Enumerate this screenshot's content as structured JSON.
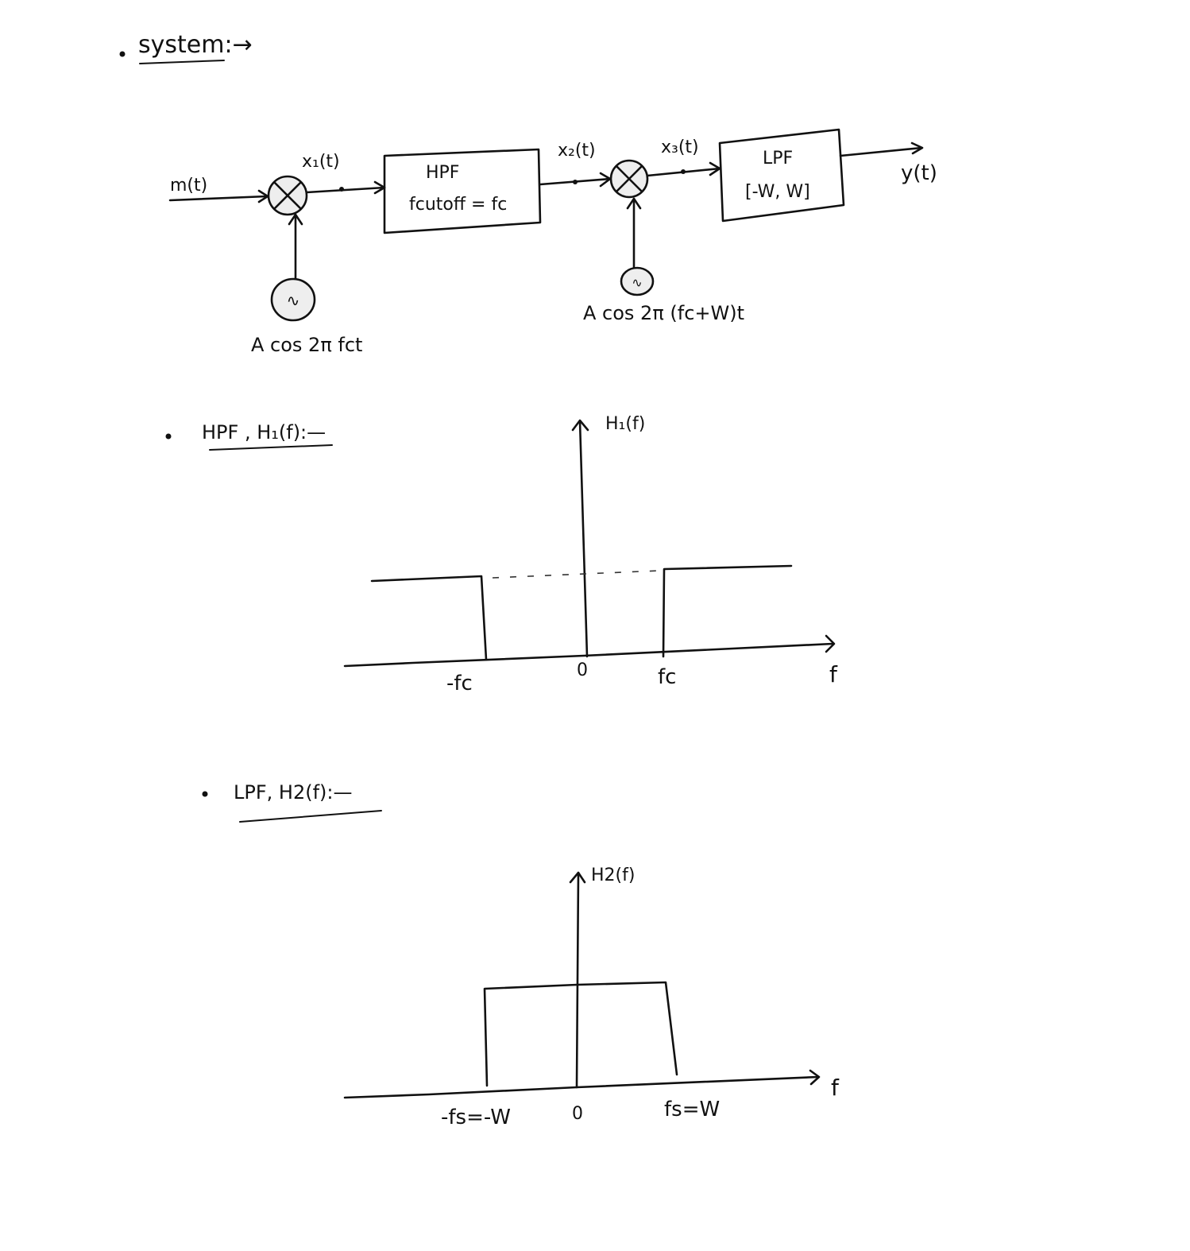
{
  "headings": {
    "system": "system:→",
    "hpf": "HPF ,  H₁(f):—",
    "lpf": "LPF, H2(f):—"
  },
  "block_diagram": {
    "input": "m(t)",
    "mixer1_output": "x₁(t)",
    "hpf_block": {
      "title": "HPF",
      "param": "fcutoff = fc"
    },
    "hpf_output": "x₂(t)",
    "mixer2_output": "x₃(t)",
    "lpf_block": {
      "title": "LPF",
      "param": "[-W, W]"
    },
    "output": "y(t)",
    "oscillator1": {
      "symbol": "∿",
      "label": "A cos 2π fct"
    },
    "oscillator2": {
      "symbol": "∿",
      "label": "A cos 2π (fc+W)t"
    },
    "mixer_symbol": "⊗"
  },
  "plot_hpf": {
    "ylabel": "H₁(f)",
    "xlabel": "f",
    "ticks": [
      "-fc",
      "0",
      "fc"
    ],
    "description": "High-pass: passband for |f| > fc, stopband between -fc and fc"
  },
  "plot_lpf": {
    "ylabel": "H2(f)",
    "xlabel": "f",
    "ticks": [
      "-fs=-W",
      "0",
      "fs=W"
    ],
    "description": "Low-pass: rectangular passband between -W and W"
  }
}
